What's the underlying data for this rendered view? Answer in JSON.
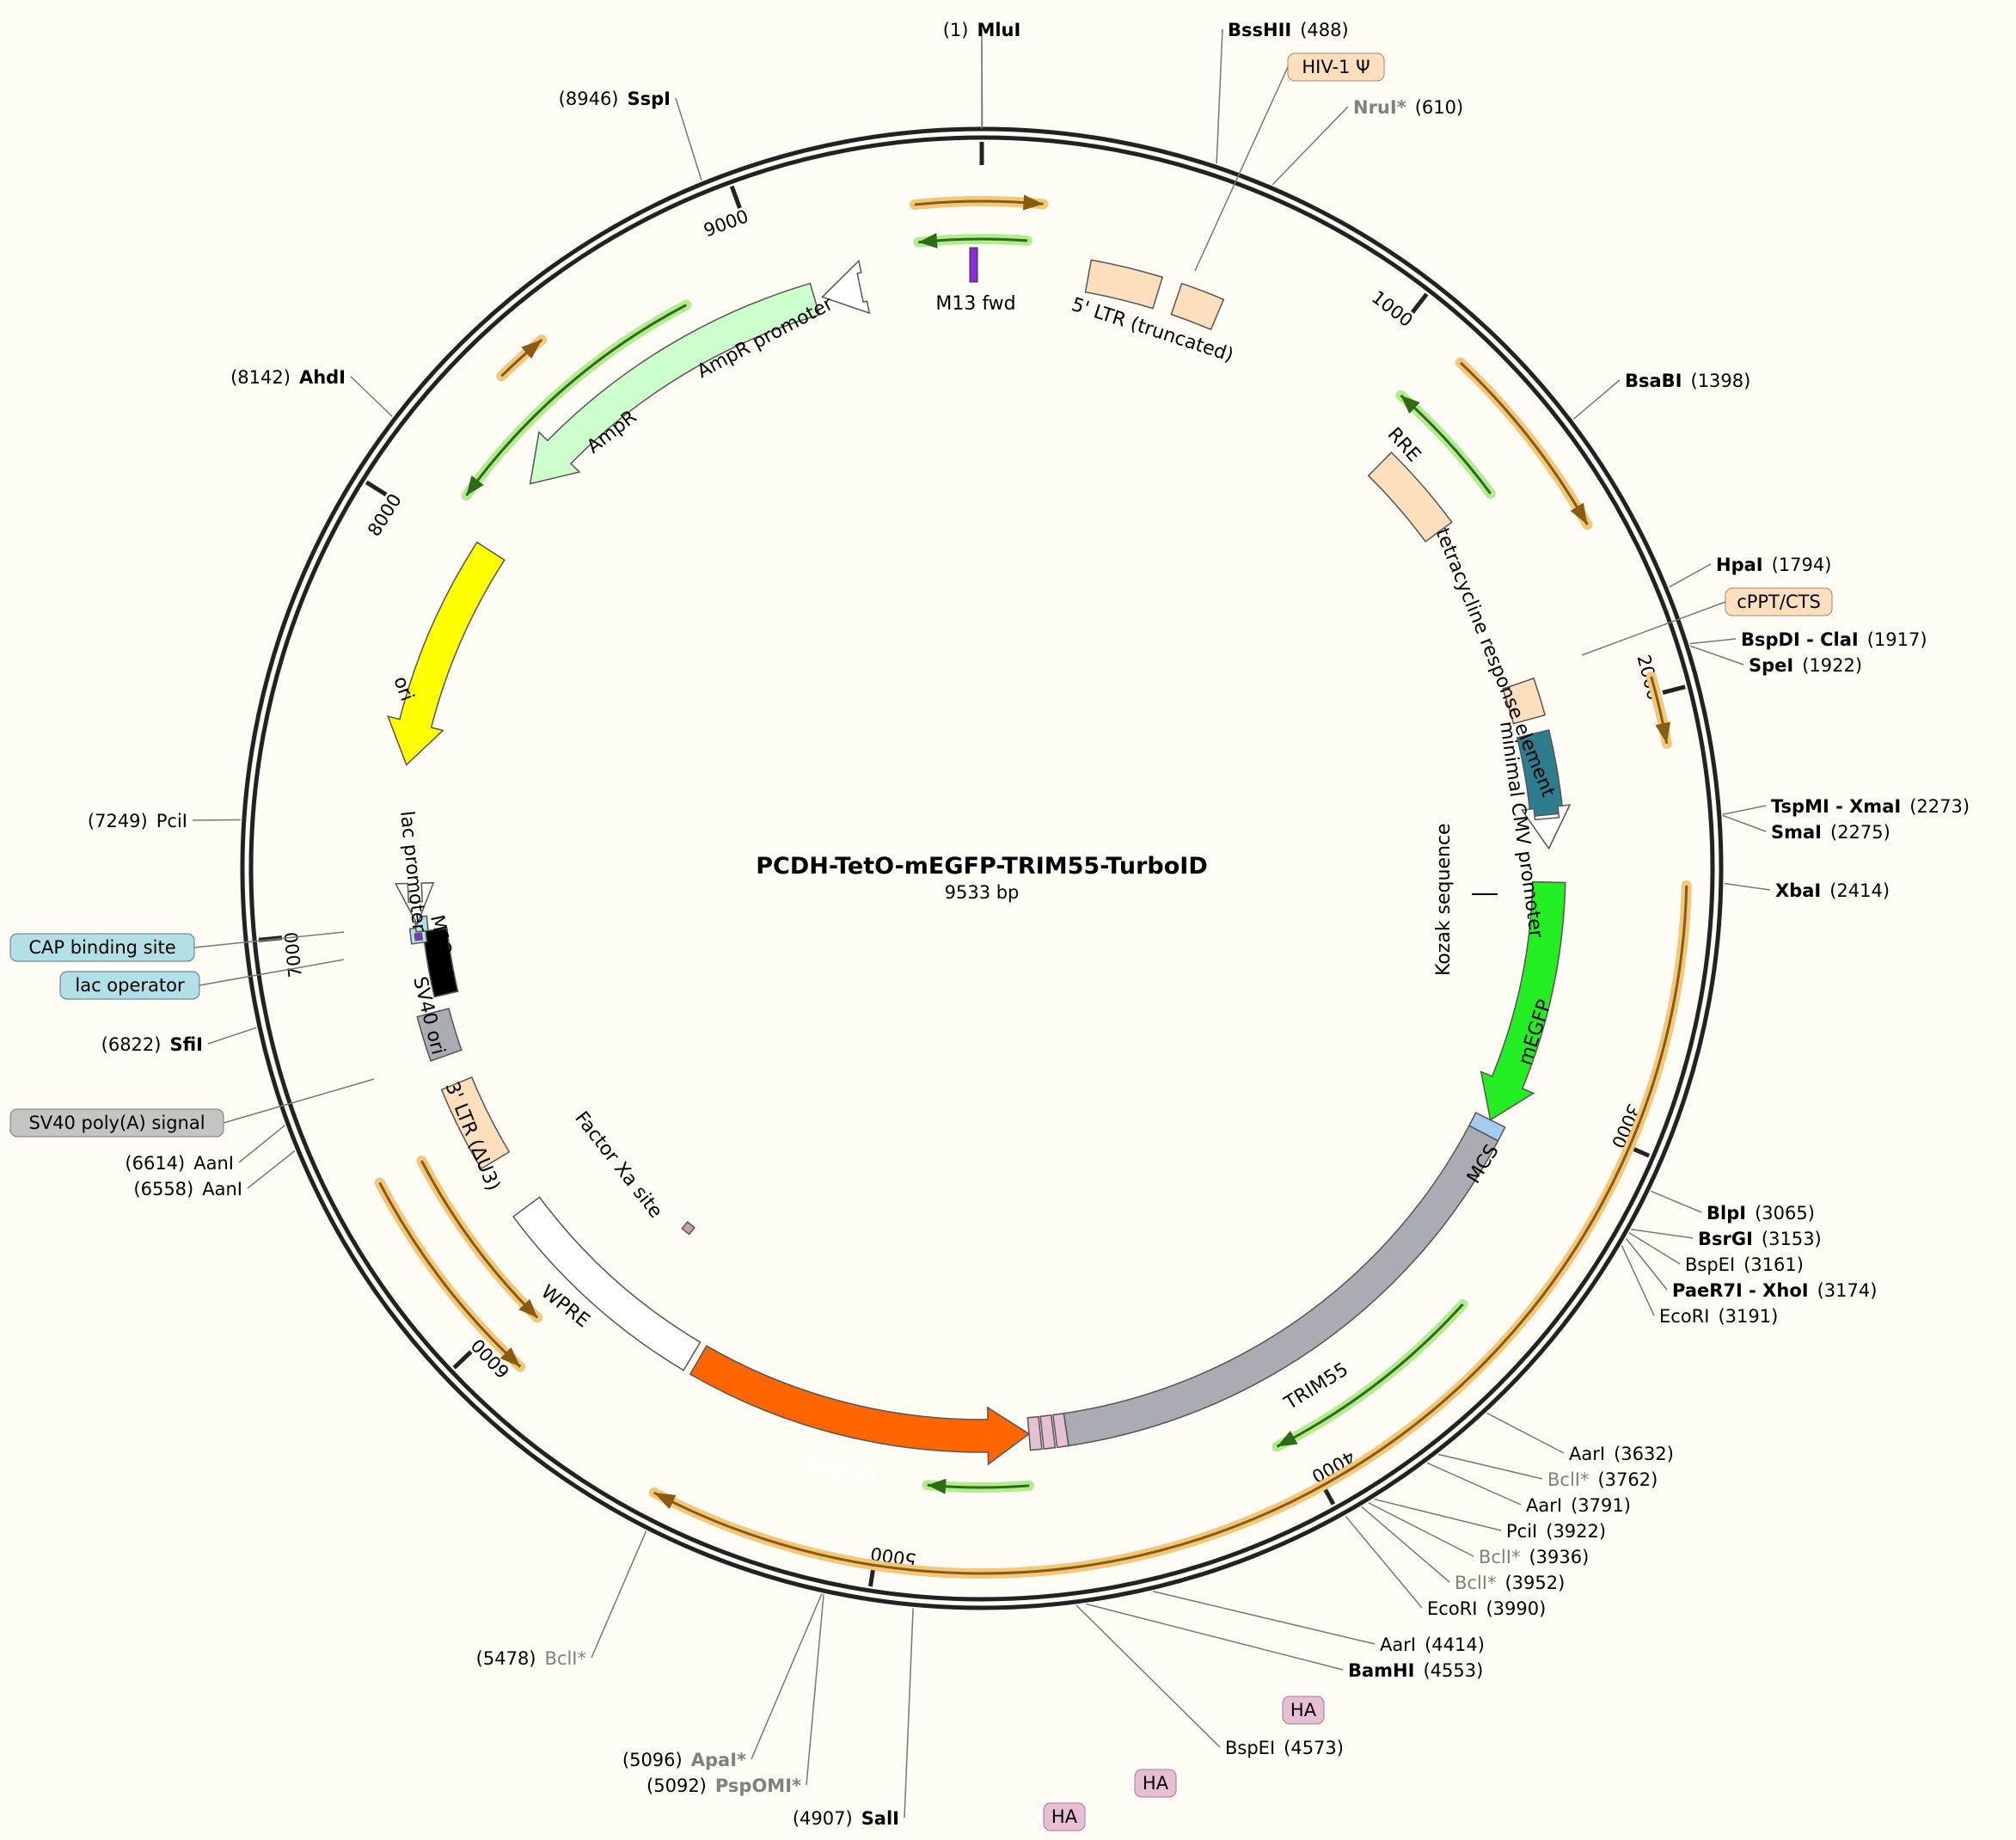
{
  "plasmid": {
    "name": "PCDH-TetO-mEGFP-TRIM55-TurboID",
    "size_label": "9533 bp",
    "length": 9533
  },
  "ticks": [
    "1000",
    "2000",
    "3000",
    "4000",
    "5000",
    "6000",
    "7000",
    "8000",
    "9000"
  ],
  "features": [
    {
      "name": "M13 fwd",
      "color": "#8a2be2",
      "type": "primer"
    },
    {
      "name": "5' LTR (truncated)",
      "color": "#fddebd",
      "type": "box"
    },
    {
      "name": "RRE",
      "color": "#fddebd",
      "type": "box"
    },
    {
      "name": "tetracycline response element",
      "color": "#2d7d8f",
      "type": "box"
    },
    {
      "name": "minimal CMV promoter",
      "color": "#ffffff",
      "type": "arrow"
    },
    {
      "name": "Kozak sequence",
      "color": "#000000",
      "type": "tick"
    },
    {
      "name": "mEGFP",
      "color": "#22ee22",
      "type": "arrow"
    },
    {
      "name": "MCS",
      "color": "#a4cbf0",
      "type": "box"
    },
    {
      "name": "TRIM55",
      "color": "#a9adb3",
      "type": "arrow"
    },
    {
      "name": "TurboID",
      "color": "#ff6600",
      "type": "arrow"
    },
    {
      "name": "WPRE",
      "color": "#ffffff",
      "type": "box"
    },
    {
      "name": "Factor Xa site",
      "color": "#d29ab2",
      "type": "box"
    },
    {
      "name": "3' LTR (ΔU3)",
      "color": "#fddebd",
      "type": "box"
    },
    {
      "name": "SV40 ori",
      "color": "#a9adb3",
      "type": "box"
    },
    {
      "name": "SV40 poly(A) signal",
      "color": "#c4c4c4",
      "type": "box"
    },
    {
      "name": "M13 rev",
      "color": "#8a2be2",
      "type": "primer"
    },
    {
      "name": "lac operator",
      "color": "#b3dfe6",
      "type": "box"
    },
    {
      "name": "lac promoter",
      "color": "#ffffff",
      "type": "arrow"
    },
    {
      "name": "CAP binding site",
      "color": "#b3dfe6",
      "type": "box"
    },
    {
      "name": "ori",
      "color": "#ffff00",
      "type": "arrow"
    },
    {
      "name": "AmpR",
      "color": "#ccffcc",
      "type": "arrow"
    },
    {
      "name": "AmpR promoter",
      "color": "#ffffff",
      "type": "arrow"
    },
    {
      "name": "HIV-1 Ψ",
      "color": "#fddebd",
      "type": "box"
    },
    {
      "name": "cPPT/CTS",
      "color": "#fddebd",
      "type": "box"
    },
    {
      "name": "HA",
      "color": "#e7bfd2",
      "type": "box"
    }
  ],
  "sites": [
    {
      "name": "MluI",
      "pos": "(1)",
      "style": "bold"
    },
    {
      "name": "BssHII",
      "pos": "(488)",
      "style": "bold"
    },
    {
      "name": "NruI*",
      "pos": "(610)",
      "style": "dim"
    },
    {
      "name": "BsaBI",
      "pos": "(1398)",
      "style": "bold"
    },
    {
      "name": "HpaI",
      "pos": "(1794)",
      "style": "bold"
    },
    {
      "name": "BspDI - ClaI",
      "pos": "(1917)",
      "style": "bold"
    },
    {
      "name": "SpeI",
      "pos": "(1922)",
      "style": "bold"
    },
    {
      "name": "TspMI - XmaI",
      "pos": "(2273)",
      "style": "bold"
    },
    {
      "name": "SmaI",
      "pos": "(2275)",
      "style": "bold"
    },
    {
      "name": "XbaI",
      "pos": "(2414)",
      "style": "bold"
    },
    {
      "name": "BlpI",
      "pos": "(3065)",
      "style": "bold"
    },
    {
      "name": "BsrGI",
      "pos": "(3153)",
      "style": "bold"
    },
    {
      "name": "BspEI",
      "pos": "(3161)",
      "style": "plain"
    },
    {
      "name": "PaeR7I - XhoI",
      "pos": "(3174)",
      "style": "bold"
    },
    {
      "name": "EcoRI",
      "pos": "(3191)",
      "style": "plain"
    },
    {
      "name": "AarI",
      "pos": "(3632)",
      "style": "plain"
    },
    {
      "name": "BclI*",
      "pos": "(3762)",
      "style": "dimplain"
    },
    {
      "name": "AarI",
      "pos": "(3791)",
      "style": "plain"
    },
    {
      "name": "PciI",
      "pos": "(3922)",
      "style": "plain"
    },
    {
      "name": "BclI*",
      "pos": "(3936)",
      "style": "dimplain"
    },
    {
      "name": "BclI*",
      "pos": "(3952)",
      "style": "dimplain"
    },
    {
      "name": "EcoRI",
      "pos": "(3990)",
      "style": "plain"
    },
    {
      "name": "AarI",
      "pos": "(4414)",
      "style": "plain"
    },
    {
      "name": "BamHI",
      "pos": "(4553)",
      "style": "bold"
    },
    {
      "name": "BspEI",
      "pos": "(4573)",
      "style": "plain"
    },
    {
      "name": "SalI",
      "pos": "(4907)",
      "style": "bold"
    },
    {
      "name": "PspOMI*",
      "pos": "(5092)",
      "style": "dim"
    },
    {
      "name": "ApaI*",
      "pos": "(5096)",
      "style": "dim"
    },
    {
      "name": "BclI*",
      "pos": "(5478)",
      "style": "dimplain"
    },
    {
      "name": "AanI",
      "pos": "(6558)",
      "style": "plain"
    },
    {
      "name": "AanI",
      "pos": "(6614)",
      "style": "plain"
    },
    {
      "name": "SfiI",
      "pos": "(6822)",
      "style": "bold"
    },
    {
      "name": "PciI",
      "pos": "(7249)",
      "style": "plain"
    },
    {
      "name": "AhdI",
      "pos": "(8142)",
      "style": "bold"
    },
    {
      "name": "SspI",
      "pos": "(8946)",
      "style": "bold"
    }
  ]
}
